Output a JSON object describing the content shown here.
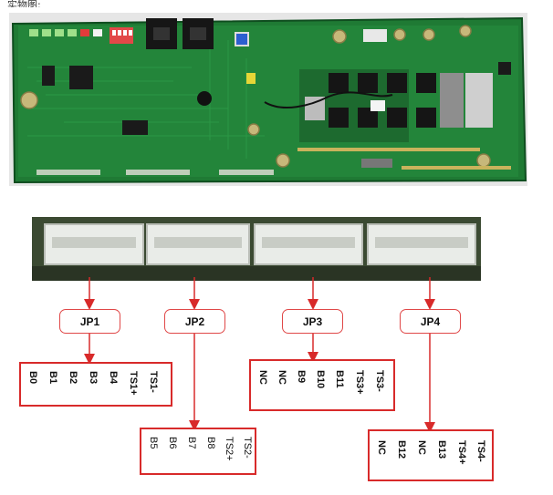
{
  "caption": "实物图:",
  "connectors": [
    {
      "label": "JP1",
      "pins": [
        "B0",
        "B1",
        "B2",
        "B3",
        "B4",
        "TS1+",
        "TS1-"
      ]
    },
    {
      "label": "JP2",
      "pins": [
        "B5",
        "B6",
        "B7",
        "B8",
        "TS2+",
        "TS2-"
      ]
    },
    {
      "label": "JP3",
      "pins": [
        "NC",
        "NC",
        "B9",
        "B10",
        "B11",
        "TS3+",
        "TS3-"
      ]
    },
    {
      "label": "JP4",
      "pins": [
        "NC",
        "B12",
        "NC",
        "B13",
        "TS4+",
        "TS4-"
      ]
    }
  ],
  "colors": {
    "pcb_green": "#1f7a34",
    "pcb_dark": "#145a25",
    "callout_red": "#d82a2a",
    "connector_white": "#e9ece8"
  }
}
